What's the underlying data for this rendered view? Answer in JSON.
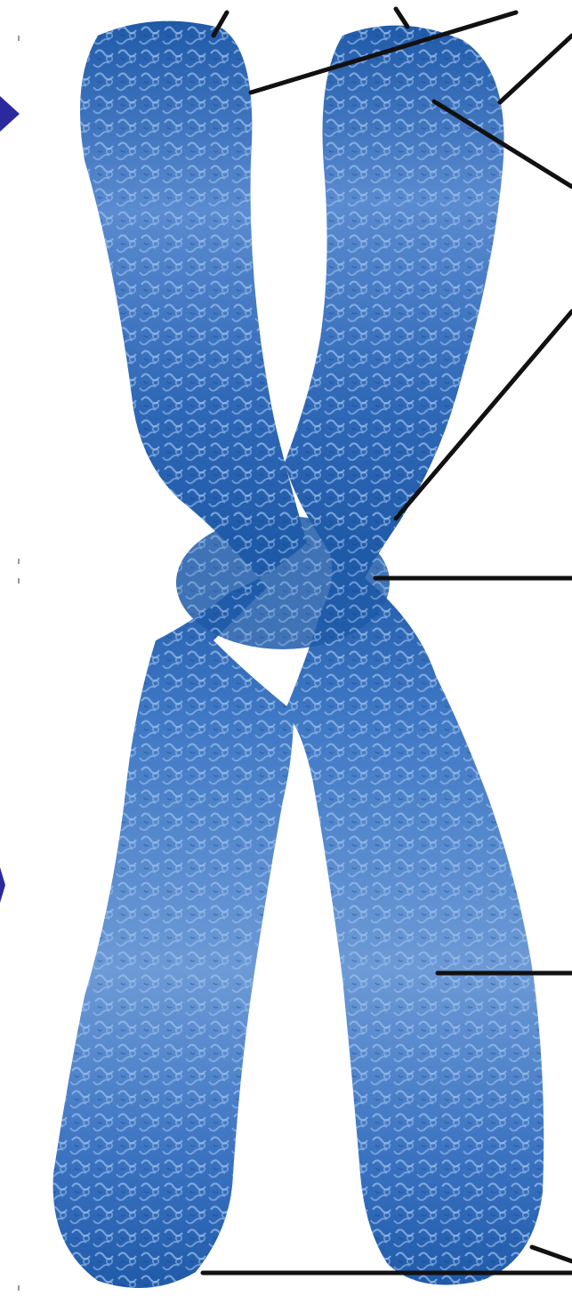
{
  "colors": {
    "background": "#ffffff",
    "chromatid_dark": "#1f5aa8",
    "chromatid_mid": "#3f78c4",
    "chromatid_light": "#6d9ad6",
    "coil_highlight": "#9cc0ec",
    "leader_line": "#111111",
    "arrow": "#2a2a9e"
  },
  "diagram": {
    "subject": "chromosome",
    "parts": [
      "chromatid-left",
      "chromatid-right",
      "centromere"
    ],
    "label_text": [],
    "left_edge_arrows": 2,
    "leader_lines": 7
  }
}
